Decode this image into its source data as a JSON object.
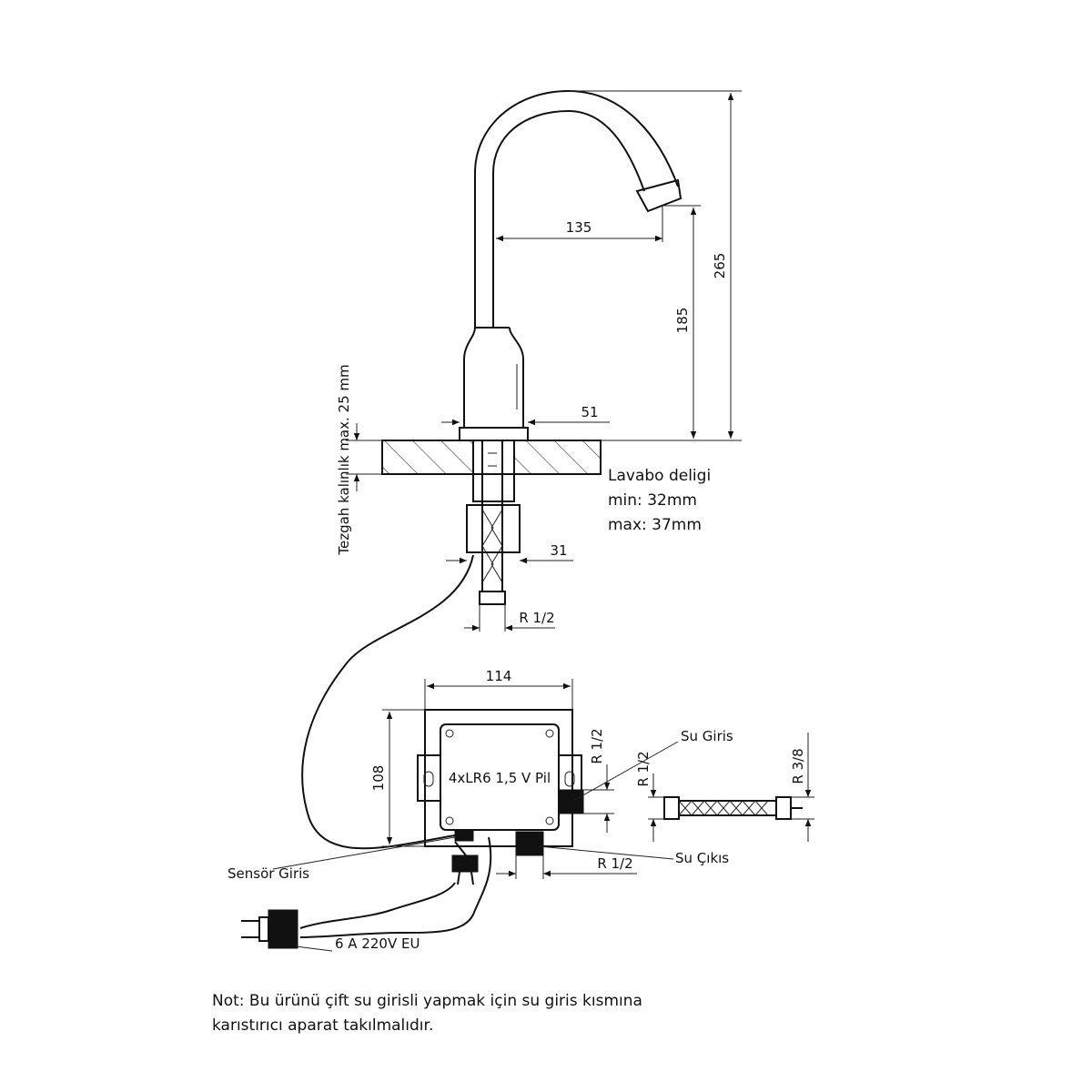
{
  "dimensions": {
    "spout_reach": "135",
    "total_height": "265",
    "spout_height": "185",
    "base_diameter": "51",
    "shank_diameter": "31",
    "connection_thread": "R 1/2",
    "box_width": "114",
    "box_height": "108"
  },
  "labels": {
    "counter_thickness": "Tezgah kalınlık max. 25 mm",
    "basin_hole_title": "Lavabo deligi",
    "basin_hole_min": "min: 32mm",
    "basin_hole_max": "max: 37mm",
    "battery": "4xLR6 1,5 V Pil",
    "water_inlet": "Su Giris",
    "water_outlet": "Su Çıkıs",
    "sensor_input": "Sensör Giris",
    "power": "6 A 220V EU",
    "inlet_thread": "R 1/2",
    "hose_thread_left": "R 1/2",
    "hose_thread_right": "R 3/8",
    "outlet_thread": "R 1/2"
  },
  "note": {
    "line1": "Not: Bu ürünü çift su girisli yapmak için su giris kısmına",
    "line2": "karıstırıcı aparat takılmalıdır."
  }
}
